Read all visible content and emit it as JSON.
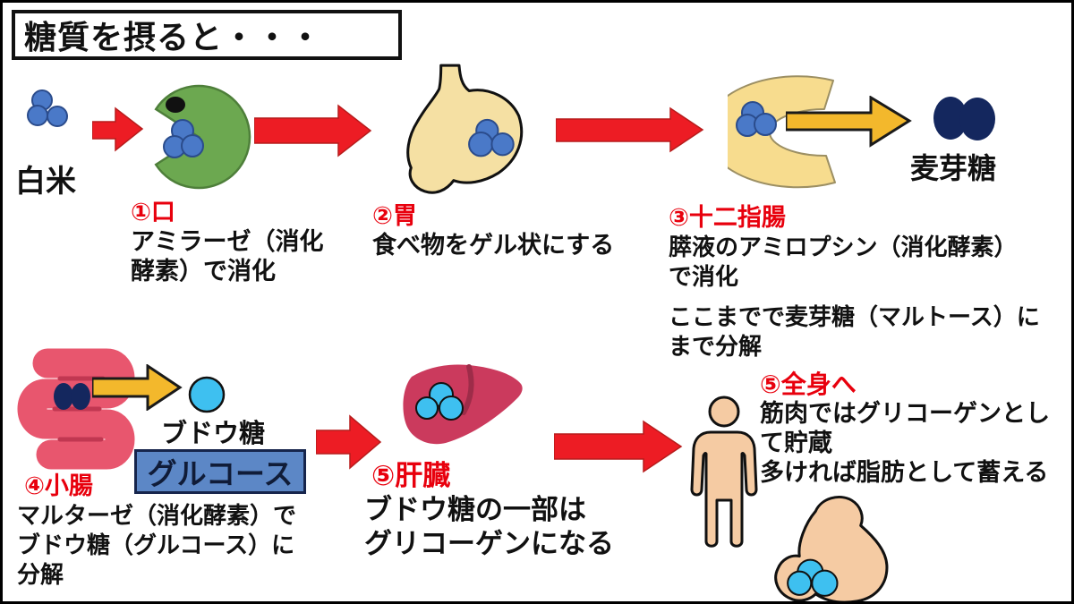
{
  "title": "糖質を摂ると・・・",
  "colors": {
    "step_red": "#e8000d",
    "arrow_red": "#ed1c24",
    "arrow_yellow": "#f3b82c",
    "molecule_blue": "#4a79c8",
    "maltose_navy": "#14275e",
    "glucose_cyan": "#3ec0f0",
    "glucose_box_blue": "#5c87c6",
    "mouth_green": "#6ca850",
    "stomach_tan": "#f5e0a3",
    "duodenum_gold": "#f7dc8e",
    "intestine_pink": "#e8566e",
    "liver_crimson": "#cb3a5d",
    "skin": "#f5cba3"
  },
  "steps": {
    "rice": {
      "label": "白米"
    },
    "mouth": {
      "step": "①口",
      "lines": [
        "アミラーゼ（消化",
        "酵素）で消化"
      ]
    },
    "stomach": {
      "step": "②胃",
      "lines": [
        "食べ物をゲル状にする"
      ]
    },
    "duodenum": {
      "step": "③十二指腸",
      "lines": [
        "膵液のアミロプシン（消化酵素）",
        "で消化"
      ],
      "lines2": [
        "ここまでで麦芽糖（マルトース）に",
        "まで分解"
      ],
      "product": "麦芽糖"
    },
    "intestine": {
      "step": "④小腸",
      "lines": [
        "マルターゼ（消化酵素）で",
        "ブドウ糖（グルコース）に",
        "分解"
      ],
      "product": "ブドウ糖",
      "product_box": "グルコース"
    },
    "liver": {
      "step": "⑤肝臓",
      "lines": [
        "ブドウ糖の一部は",
        "グリコーゲンになる"
      ]
    },
    "body": {
      "step": "⑤全身へ",
      "lines": [
        "筋肉ではグリコーゲンとし",
        "て貯蔵",
        "多ければ脂肪として蓄える"
      ]
    }
  }
}
